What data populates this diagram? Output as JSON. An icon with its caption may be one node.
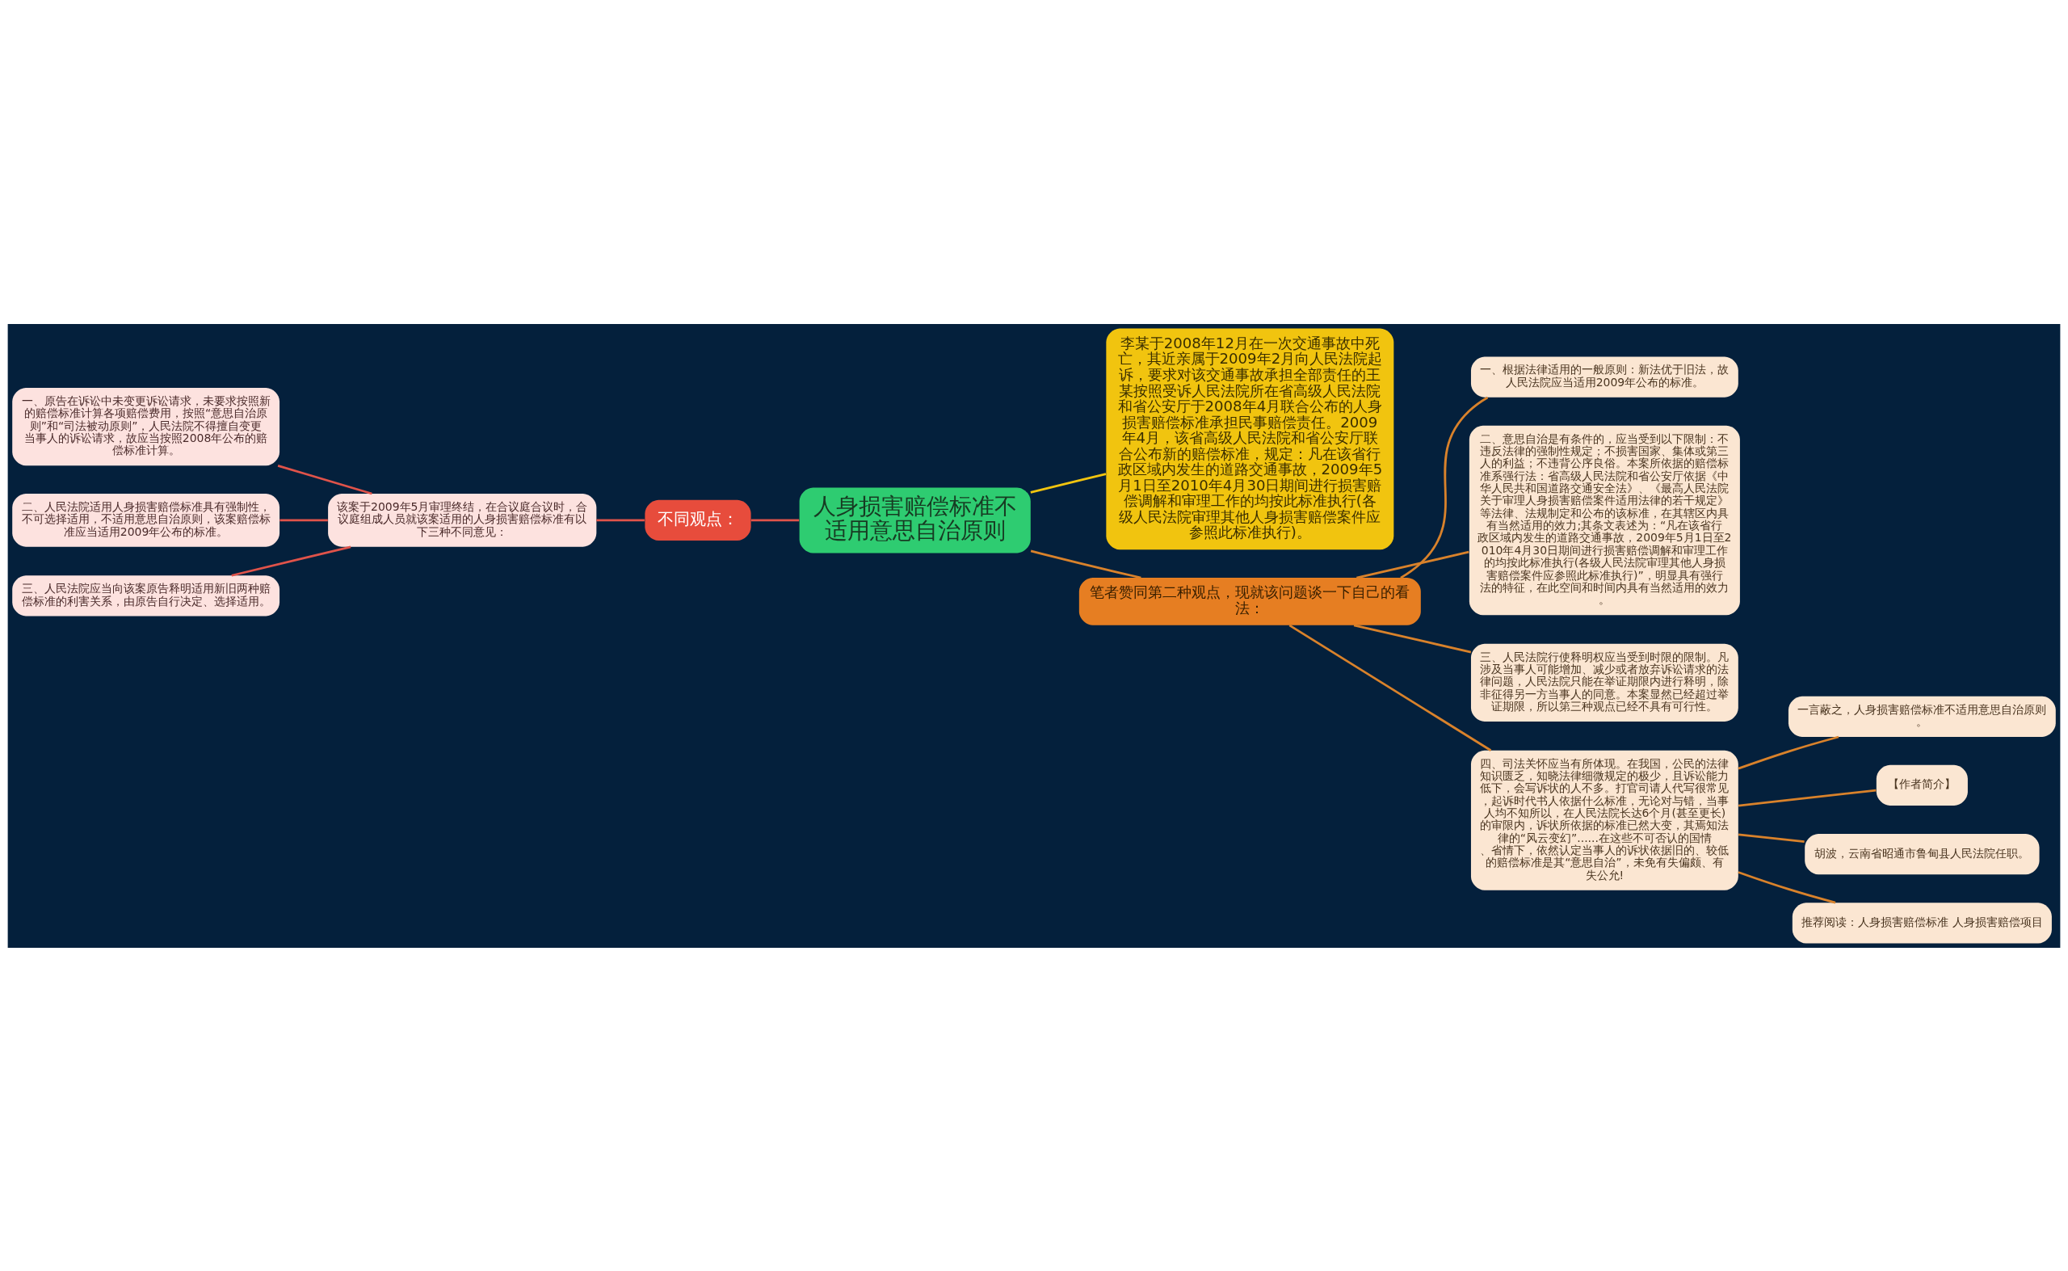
{
  "diagram": {
    "nodes": [
      {
        "text": [
          "人身损害赔偿标准不适用意思自治原则"
        ]
      },
      {
        "text": [
          "不同观点："
        ]
      },
      {
        "text": [
          "该案于2009年5月审理终结，在合议庭合议时，合议庭组成人员就该案适用的人身损害赔偿标准有以下三种不同意见："
        ]
      },
      {
        "text": [
          "一、原告在诉讼中未变更诉讼请求，未要求按照新的赔偿标准计算各项赔偿费用，按照“意思自治原则”和“司法被动原则”，人民法院不得擅自变更当事人的诉讼请求，故应当按照2008年公布的赔偿标准计算。"
        ]
      },
      {
        "text": [
          "二、人民法院适用人身损害赔偿标准具有强制性，不可选择适用，不适用意思自治原则，该案赔偿标准应当适用2009年公布的标准。"
        ]
      },
      {
        "text": [
          "三、人民法院应当向该案原告释明适用新旧两种赔偿标准的利害关系，由原告自行决定、选择适用。"
        ]
      },
      {
        "text": [
          "李某于2008年12月在一次交通事故中死亡，其近亲属于2009年2月向人民法院起诉，要求对该交通事故承担全部责任的王某按照受诉人民法院所在省高级人民法院和省公安厅于2008年4月联合公布的人身损害赔偿标准承担民事赔偿责任。2009年4月，该省高级人民法院和省公安厅联合公布新的赔偿标准，规定：凡在该省行政区域内发生的道路交通事故，2009年5月1日至2010年4月30日期间进行损害赔偿调解和审理工作的均按此标准执行(各级人民法院审理其他人身损害赔偿案件应参照此标准执行)。"
        ]
      },
      {
        "text": [
          "笔者赞同第二种观点，现就该问题谈一下自己的看法："
        ]
      },
      {
        "text": [
          "一、根据法律适用的一般原则：新法优于旧法，故人民法院应当适用2009年公布的标准。"
        ]
      },
      {
        "text": [
          "二、意思自治是有条件的，应当受到以下限制：不违反法律的强制性规定；不损害国家、集体或第三人的利益；不违背公序良俗。本案所依据的赔偿标准系强行法：省高级人民法院和省公安厅依据《中华人民共和国道路交通安全法》、《最高人民法院关于审理人身损害赔偿案件适用法律的若干规定》等法律、法规制定和公布的该标准，在其辖区内具有当然适用的效力;其条文表述为：“凡在该省行政区域内发生的道路交通事故，2009年5月1日至2010年4月30日期间进行损害赔偿调解和审理工作的均按此标准执行(各级人民法院审理其他人身损害赔偿案件应参照此标准执行)”，明显具有强行法的特征，在此空间和时间内具有当然适用的效力。"
        ]
      },
      {
        "text": [
          "三、人民法院行使释明权应当受到时限的限制。凡涉及当事人可能增加、减少或者放弃诉讼请求的法律问题，人民法院只能在举证期限内进行释明，除非征得另一方当事人的同意。本案显然已经超过举证期限，所以第三种观点已经不具有可行性。"
        ]
      },
      {
        "text": [
          "四、司法关怀应当有所体现。在我国，公民的法律知识匮乏，知晓法律细微规定的极少，且诉讼能力低下，会写诉状的人不多。打官司请人代写很常见，起诉时代书人依据什么标准，无论对与错，当事人均不知所以，在人民法院长达6个月(甚至更长)的审限内，诉状所依据的标准已然大变，其焉知法律的“风云变幻”......在这些不可否认的国情、省情下，依然认定当事人的诉状依据旧的、较低的赔偿标准是其“意思自治”，未免有失偏颇、有失公允!"
        ]
      },
      {
        "text": [
          "一言蔽之，人身损害赔偿标准不适用意思自治原则。"
        ]
      },
      {
        "text": [
          "【作者简介】"
        ]
      },
      {
        "text": [
          "胡波，云南省昭通市鲁甸县人民法院任职。"
        ]
      },
      {
        "text": [
          "推荐阅读：人身损害赔偿标准 人身损害赔偿项目"
        ]
      }
    ],
    "edges": [
      {
        "from": 0,
        "to": 1,
        "arrow": "none",
        "color": "#e0534a"
      },
      {
        "from": 1,
        "to": 2,
        "arrow": "none",
        "color": "#e0534a"
      },
      {
        "from": 2,
        "to": 3,
        "arrow": "none",
        "color": "#e0534a"
      },
      {
        "from": 2,
        "to": 4,
        "arrow": "none",
        "color": "#e0534a"
      },
      {
        "from": 2,
        "to": 5,
        "arrow": "none",
        "color": "#e0534a"
      },
      {
        "from": 0,
        "to": 6,
        "arrow": "none",
        "color": "#f1c40f"
      },
      {
        "from": 0,
        "to": 7,
        "arrow": "none"
      },
      {
        "from": 7,
        "to": 8,
        "arrow": "none"
      },
      {
        "from": 7,
        "to": 9,
        "arrow": "none"
      },
      {
        "from": 7,
        "to": 10,
        "arrow": "none"
      },
      {
        "from": 7,
        "to": 11,
        "arrow": "none"
      },
      {
        "from": 11,
        "to": 12,
        "arrow": "none"
      },
      {
        "from": 11,
        "to": 13,
        "arrow": "none"
      },
      {
        "from": 11,
        "to": 14,
        "arrow": "none"
      },
      {
        "from": 11,
        "to": 15,
        "arrow": "none"
      }
    ]
  }
}
